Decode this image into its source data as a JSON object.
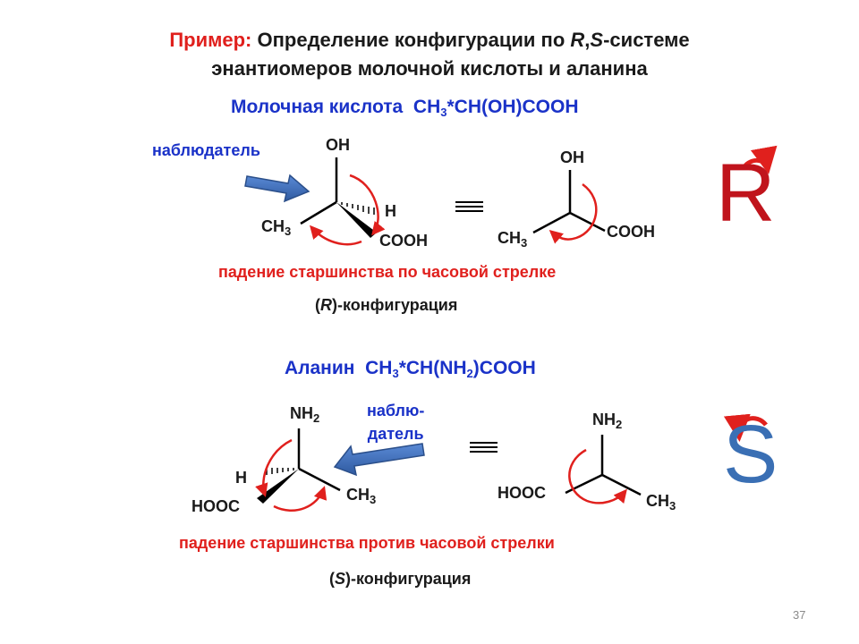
{
  "title": {
    "prefix": "Пример:",
    "line1_main": "Определение конфигурации по",
    "line1_rs_r": "R",
    "line1_rs_comma": ",",
    "line1_rs_s": "S",
    "line1_end": "-системе",
    "line2": "энантиомеров молочной кислоты и аланина"
  },
  "lactic": {
    "heading_name": "Молочная кислота",
    "formula_a": "CH",
    "formula_sub": "3",
    "formula_b": "*CH(OH)COOH",
    "observer": "наблюдатель",
    "left": {
      "oh": "OH",
      "h": "H",
      "ch": "CH",
      "ch_sub": "3",
      "cooh": "COOH"
    },
    "right": {
      "oh": "OH",
      "ch": "CH",
      "ch_sub": "3",
      "cooh": "COOH"
    },
    "rule": "падение старшинства по часовой стрелке",
    "config_open": "(",
    "config_letter": "R",
    "config_rest": ")-конфигурация",
    "big_letter": "R"
  },
  "alanine": {
    "heading_name": "Аланин",
    "formula_a": "CH",
    "formula_sub": "3",
    "formula_b": "*CH(NH",
    "formula_sub2": "2",
    "formula_c": ")COOH",
    "observer_line1": "наблю-",
    "observer_line2": "датель",
    "left": {
      "nh": "NH",
      "nh_sub": "2",
      "h": "H",
      "hooc": "HOOC",
      "ch": "CH",
      "ch_sub": "3"
    },
    "right": {
      "nh": "NH",
      "nh_sub": "2",
      "hooc": "HOOC",
      "ch": "CH",
      "ch_sub": "3"
    },
    "rule": "падение старшинства против часовой стрелки",
    "config_open": "(",
    "config_letter": "S",
    "config_rest": ")-конфигурация",
    "big_letter": "S"
  },
  "page_number": "37",
  "colors": {
    "red": "#e0201d",
    "blue": "#1a32c8",
    "arrow_blue": "#4472c4",
    "big_r": "#c0141c",
    "big_s": "#3a6fb4"
  }
}
